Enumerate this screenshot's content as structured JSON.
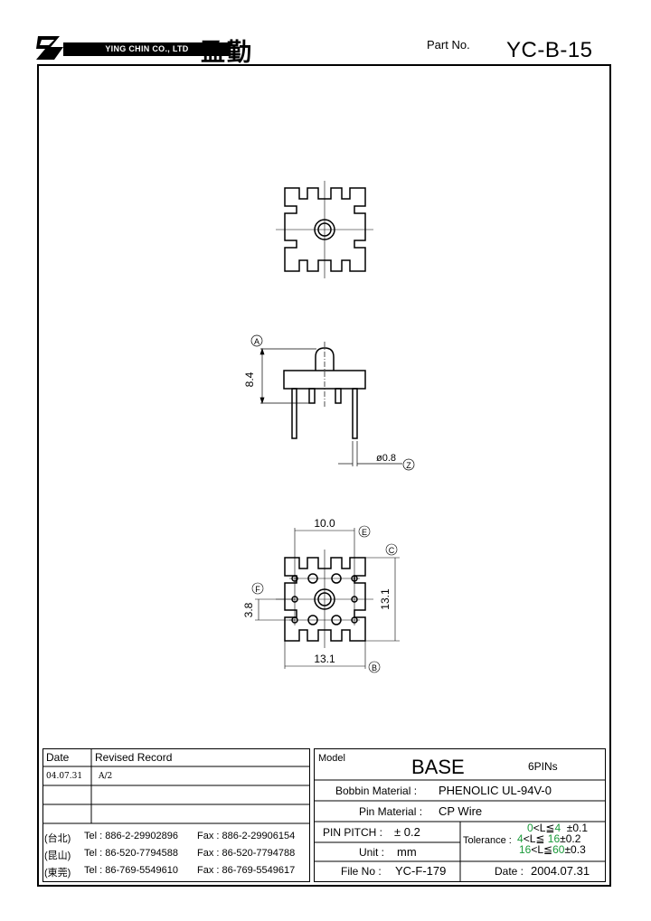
{
  "header": {
    "company": "YING CHIN CO., LTD",
    "company_cn": "盈勤",
    "part_label": "Part  No.",
    "part_value": "YC-B-15"
  },
  "drawing": {
    "side_ref_a": "A",
    "side_height": "8.4",
    "pin_dia": "ø0.8",
    "pin_ref": "Z",
    "bottom_width": "10.0",
    "ref_e": "E",
    "ref_c": "C",
    "ref_f": "F",
    "dim_38": "3.8",
    "dim_131_v": "13.1",
    "dim_131_h": "13.1",
    "ref_b": "B"
  },
  "revision": {
    "col_date": "Date",
    "col_record": "Revised  Record",
    "rows": [
      {
        "date": "04.07.31",
        "record": "A/2"
      },
      {
        "date": "",
        "record": ""
      },
      {
        "date": "",
        "record": ""
      }
    ]
  },
  "contacts": [
    {
      "loc": "(台北)",
      "tel": "Tel : 886-2-29902896",
      "fax": "Fax : 886-2-29906154"
    },
    {
      "loc": "(昆山)",
      "tel": "Tel : 86-520-7794588",
      "fax": "Fax : 86-520-7794788"
    },
    {
      "loc": "(東莞)",
      "tel": "Tel : 86-769-5549610",
      "fax": "Fax : 86-769-5549617"
    }
  ],
  "spec": {
    "model_label": "Model",
    "model_value": "BASE",
    "pins": "6PINs",
    "bobbin_label": "Bobbin  Material :",
    "bobbin_value": "PHENOLIC UL-94V-0",
    "pin_label": "Pin  Material :",
    "pin_value": "CP Wire",
    "pitch_label": "PIN  PITCH :",
    "pitch_value": "± 0.2",
    "unit_label": "Unit :",
    "unit_value": "mm",
    "file_label": "File  No :",
    "file_value": "YC-F-179",
    "tolerance_label": "Tolerance :",
    "tol1_range_a": "0",
    "tol1_mid": "<L≦",
    "tol1_range_b": "4",
    "tol1_val": "±0.1",
    "tol2_range_a": "4",
    "tol2_mid": "<L≦",
    "tol2_range_b": "16",
    "tol2_val": "±0.2",
    "tol3_range_a": "16",
    "tol3_mid": "<L≦",
    "tol3_range_b": "60",
    "tol3_val": "±0.3",
    "date_label": "Date :",
    "date_value": "2004.07.31"
  }
}
